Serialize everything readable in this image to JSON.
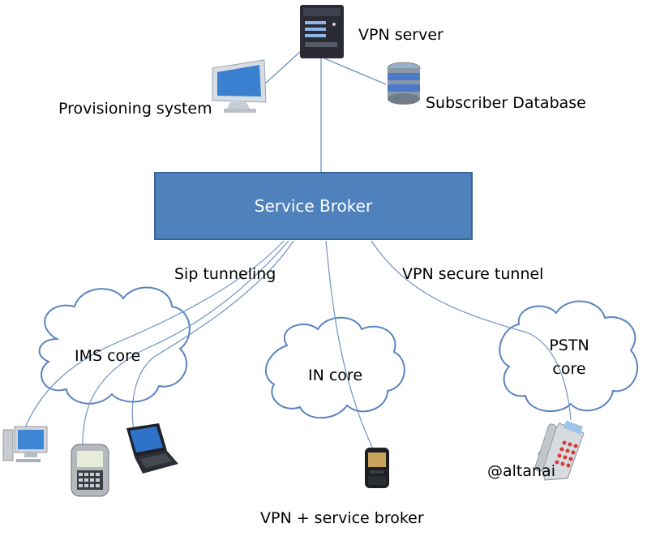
{
  "nodes": {
    "vpn_server": "VPN server",
    "provisioning": "Provisioning system",
    "subscriber_db": "Subscriber Database",
    "service_broker": "Service Broker"
  },
  "links": {
    "sip": "Sip tunneling",
    "vpn_tunnel": "VPN secure tunnel"
  },
  "clouds": {
    "ims": "IMS core",
    "in": "IN core",
    "pstn_line1": "PSTN",
    "pstn_line2": "core"
  },
  "footer": {
    "caption": "VPN + service broker",
    "credit": "@altanai"
  },
  "colors": {
    "broker_fill": "#4f81bd",
    "link": "#6f93c4",
    "cloud_stroke": "#5b84bf"
  }
}
